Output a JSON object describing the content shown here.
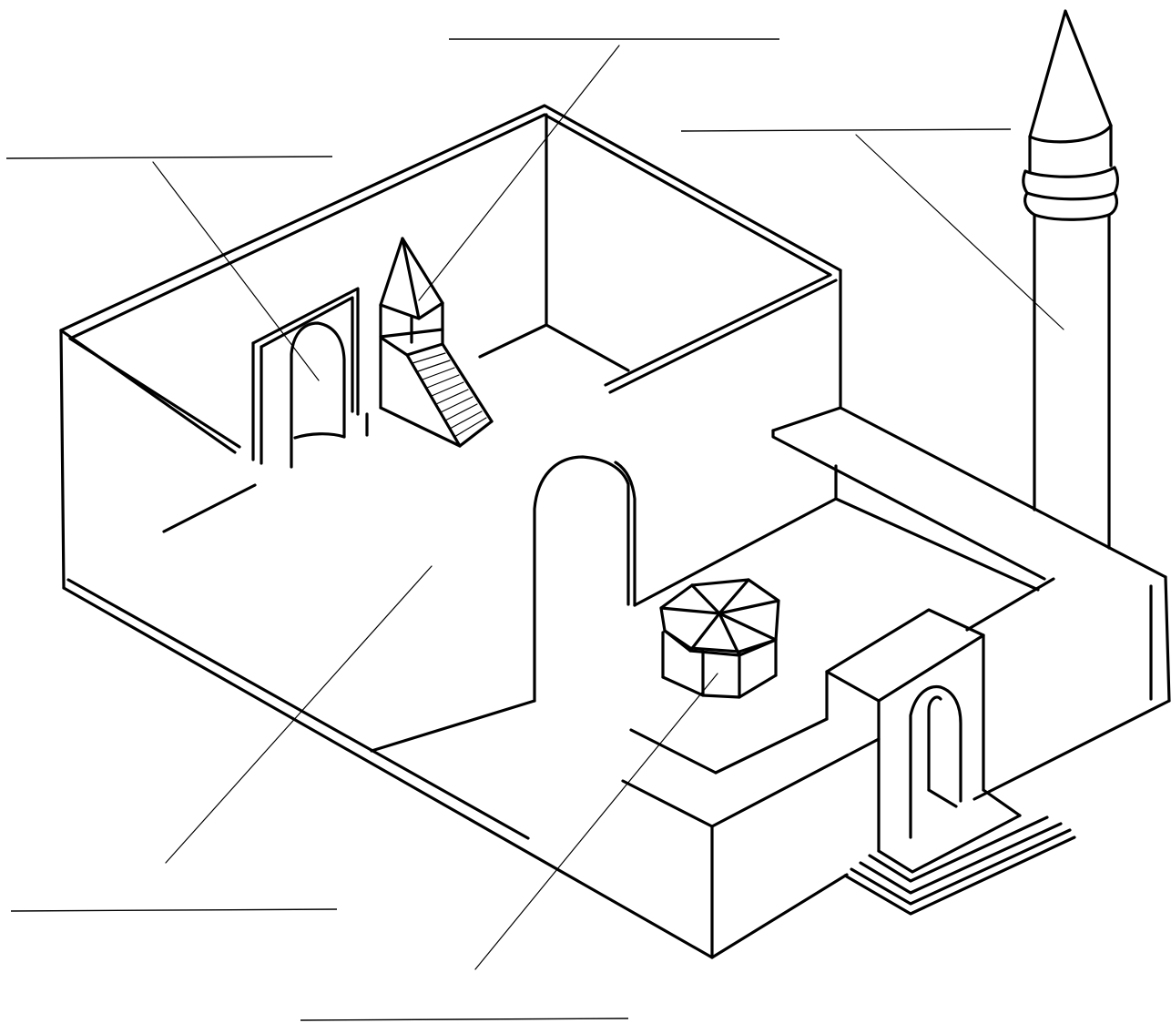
{
  "diagram": {
    "subject": "mosque",
    "parts": [
      {
        "id": "mihrab",
        "label": ""
      },
      {
        "id": "minbar",
        "label": ""
      },
      {
        "id": "minaret",
        "label": ""
      },
      {
        "id": "prayer-hall",
        "label": ""
      },
      {
        "id": "ablution-fountain",
        "label": ""
      },
      {
        "id": "courtyard",
        "label": ""
      }
    ],
    "colors": {
      "line": "#000000",
      "background": "#ffffff"
    }
  }
}
